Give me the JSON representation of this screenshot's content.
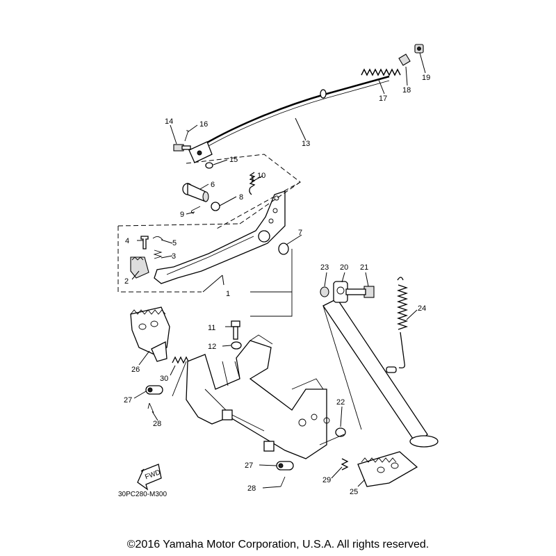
{
  "diagram": {
    "code": "30PC280-M300",
    "fwd_label": "FWD",
    "callouts": {
      "c1": "1",
      "c2": "2",
      "c3": "3",
      "c4": "4",
      "c5": "5",
      "c6": "6",
      "c7": "7",
      "c8": "8",
      "c9": "9",
      "c10": "10",
      "c11": "11",
      "c12": "12",
      "c13": "13",
      "c14": "14",
      "c15": "15",
      "c16": "16",
      "c17": "17",
      "c18": "18",
      "c19": "19",
      "c20": "20",
      "c21": "21",
      "c22": "22",
      "c23": "23",
      "c24": "24",
      "c25": "25",
      "c26": "26",
      "c27a": "27",
      "c27b": "27",
      "c28a": "28",
      "c28b": "28",
      "c29": "29",
      "c30": "30"
    }
  },
  "copyright": "©2016 Yamaha Motor Corporation, U.S.A. All rights reserved."
}
